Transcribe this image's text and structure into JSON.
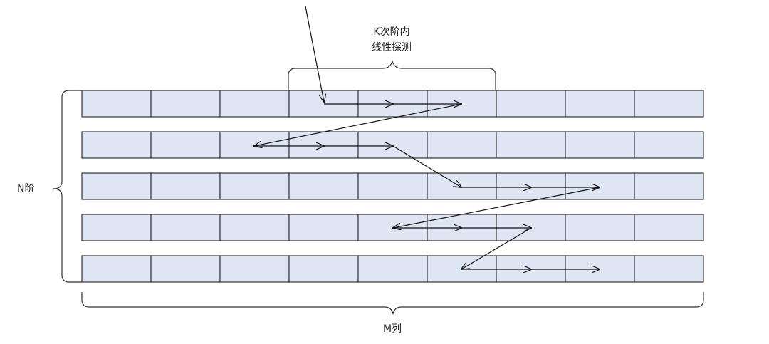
{
  "labels": {
    "top_line1": "K次阶内",
    "top_line2": "线性探测",
    "left": "N阶",
    "bottom": "M列"
  },
  "grid": {
    "rows": 5,
    "columns": 9
  },
  "colors": {
    "cell_fill": "#dfe6f3",
    "line": "#111111"
  }
}
